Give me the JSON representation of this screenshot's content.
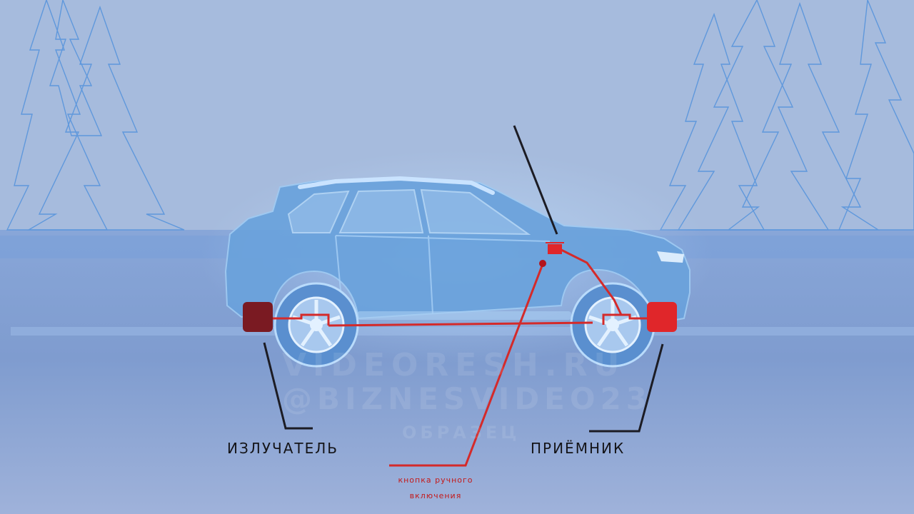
{
  "labels": {
    "emitter": "ИЗЛУЧАТЕЛЬ",
    "receiver": "ПРИЁМНИК",
    "manual_button_line1": "кнопка ручного",
    "manual_button_line2": "включения"
  },
  "watermark": {
    "line1": "VIDEORESH.RU",
    "line2": "@BIZNESVIDEO23",
    "line3": "ОБРАЗЕЦ"
  },
  "colors": {
    "sky": "#a4b9dc",
    "road": "#8ea5d2",
    "tree_outline": "#5f98dc",
    "car_body": "#6aa2dc",
    "emitter": "#7a1a22",
    "receiver": "#e0262a",
    "wiring": "#d42a2a",
    "leader_line": "#1c1c24"
  }
}
